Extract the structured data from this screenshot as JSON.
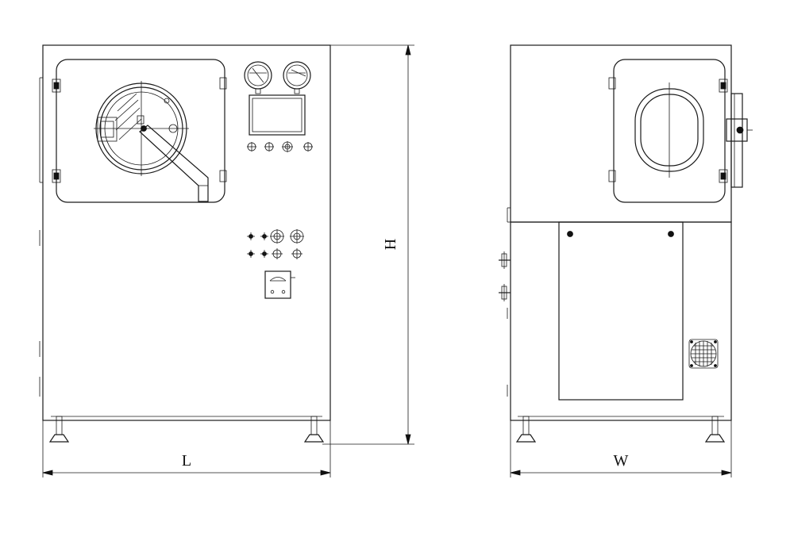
{
  "diagram": {
    "dimension_labels": {
      "length": "L",
      "height": "H",
      "width": "W"
    },
    "views": [
      "front",
      "side"
    ],
    "colors": {
      "line": "#1a1a1a",
      "background": "#ffffff"
    }
  }
}
